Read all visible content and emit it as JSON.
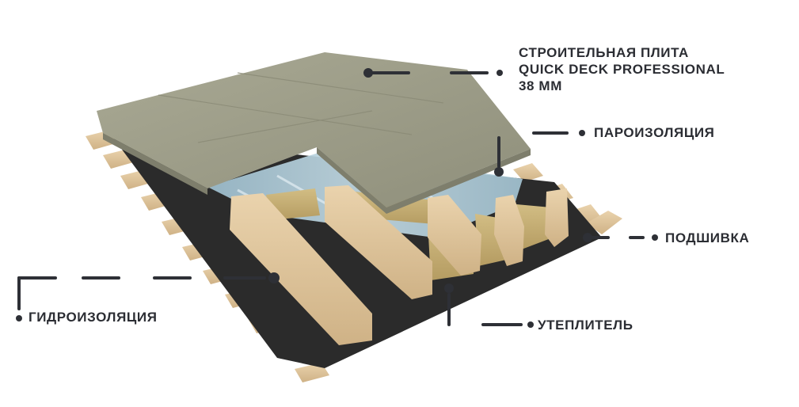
{
  "colors": {
    "leader": "#2e3036",
    "board": "#9a9a85",
    "board_light": "#a6a690",
    "wood": "#e2c9a0",
    "wood_dark": "#c9ab7c",
    "membrane": "#2d2d2d",
    "vapor": "#a9c6d4",
    "insulation": "#c9b278"
  },
  "labels": {
    "board": {
      "line1": "СТРОИТЕЛЬНАЯ ПЛИТА",
      "line2": "QUICK DECK PROFESSIONAL",
      "line3": "38 ММ"
    },
    "vapor": "ПАРОИЗОЛЯЦИЯ",
    "lining": "ПОДШИВКА",
    "waterproof": "ГИДРОИЗОЛЯЦИЯ",
    "insulation": "УТЕПЛИТЕЛЬ"
  }
}
